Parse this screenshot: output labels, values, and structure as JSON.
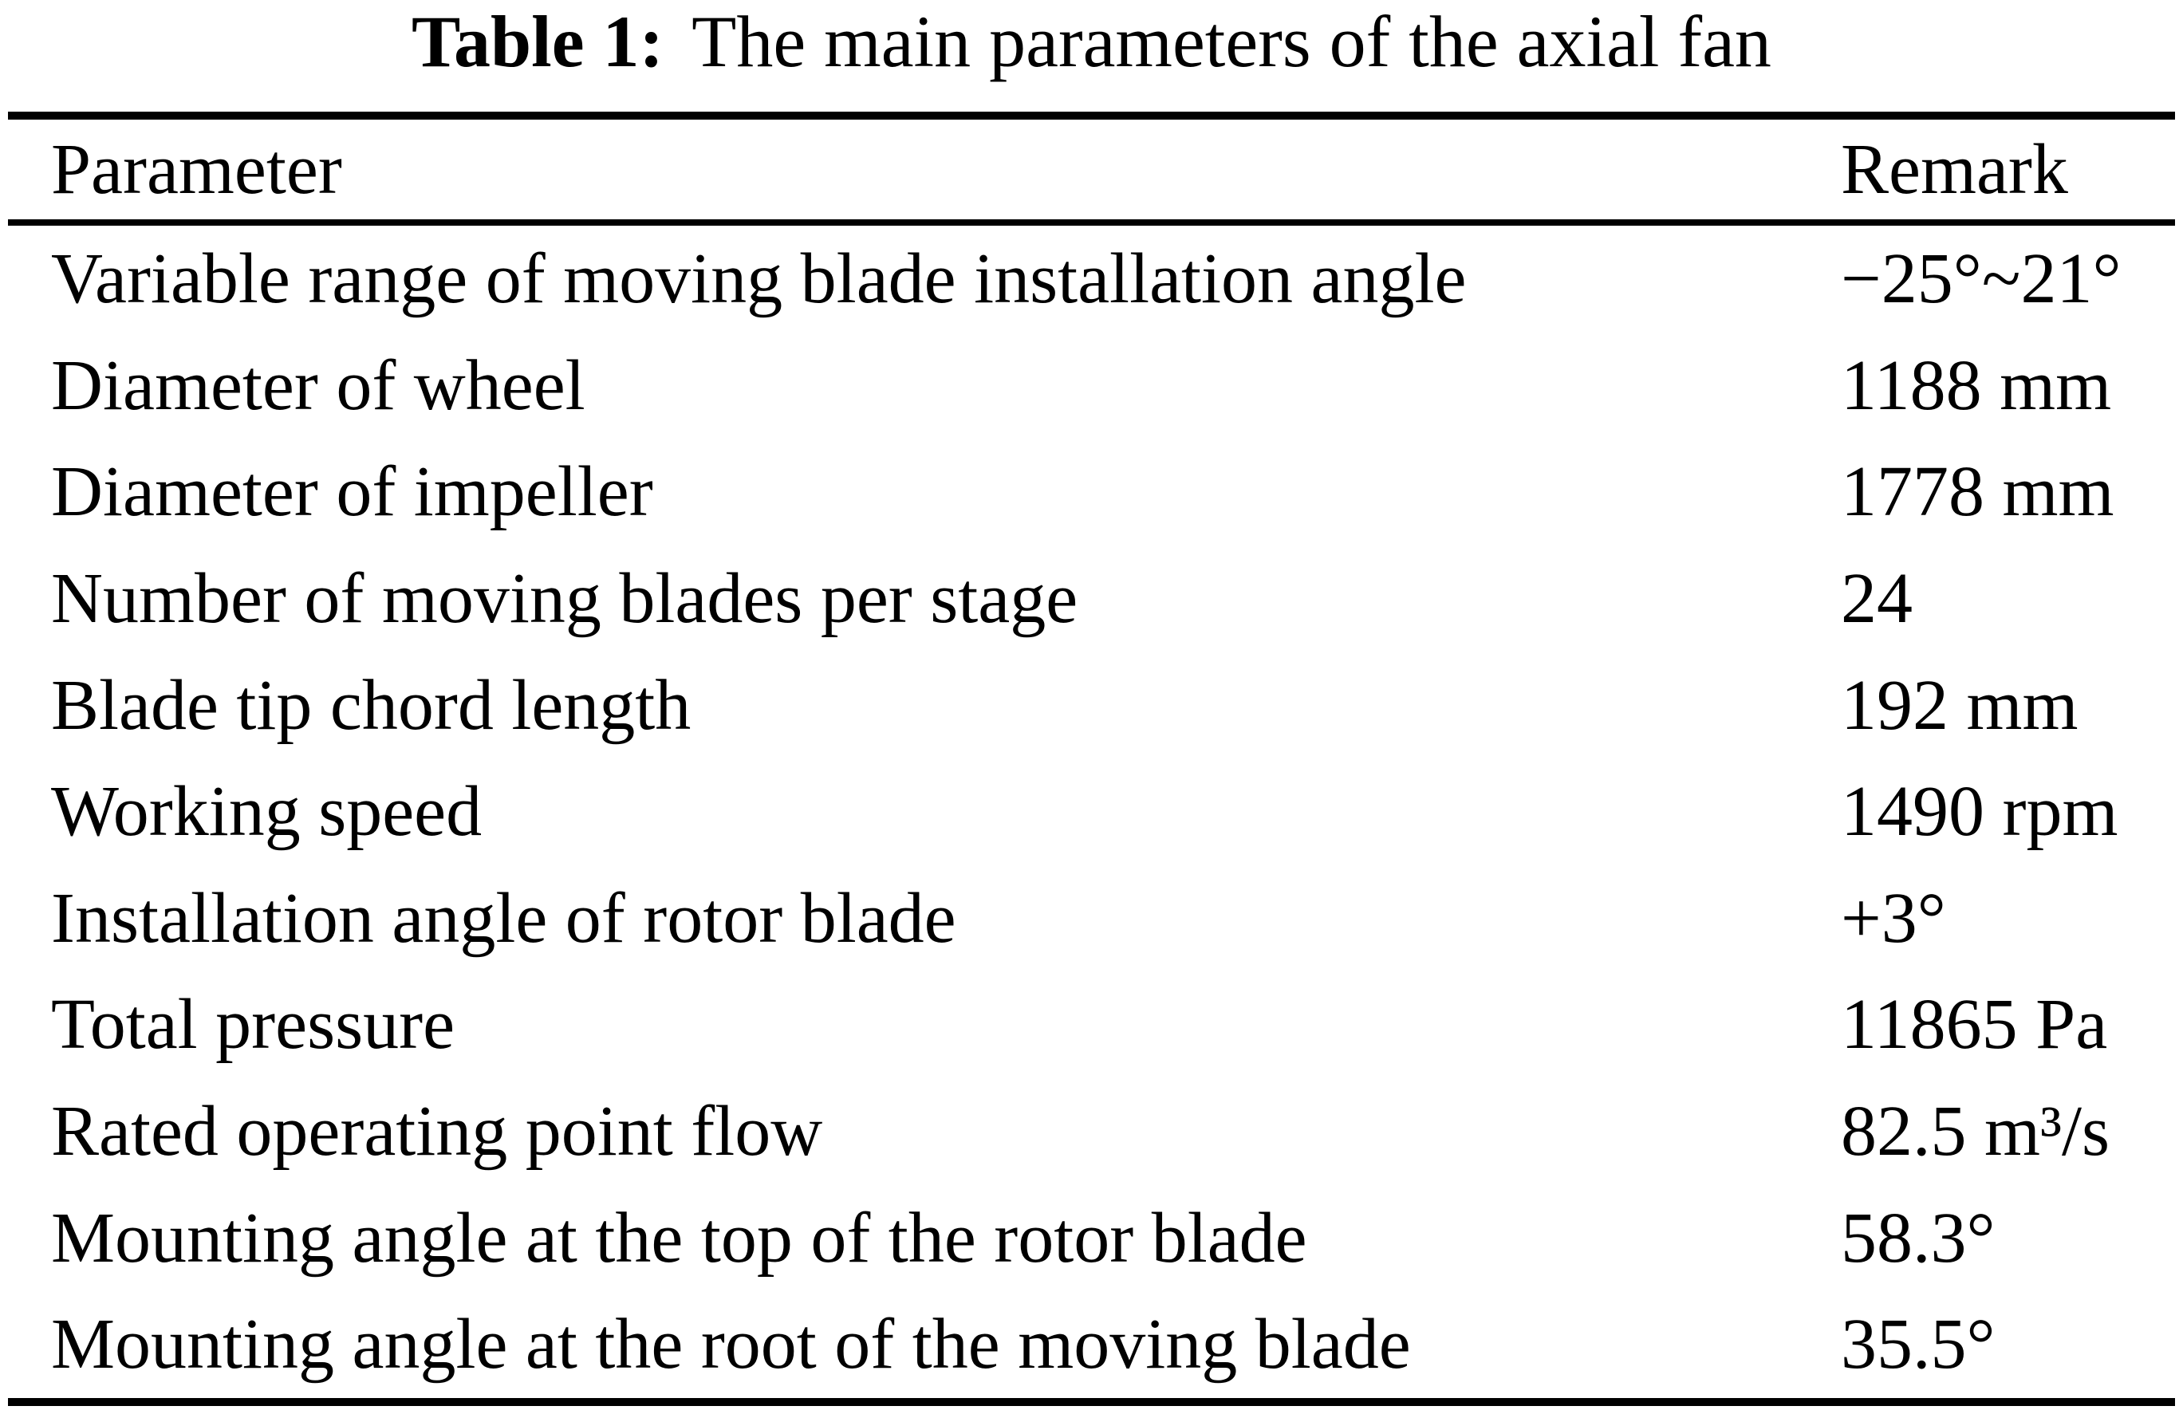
{
  "page": {
    "background_color": "#ffffff",
    "text_color": "#000000",
    "rule_color": "#000000"
  },
  "title": {
    "label": "Table 1:",
    "text": "The main parameters of the axial fan"
  },
  "table": {
    "columns": {
      "parameter": "Parameter",
      "remark": "Remark"
    },
    "rows": [
      {
        "parameter": "Variable range of moving blade installation angle",
        "remark": "−25°~21°"
      },
      {
        "parameter": "Diameter of wheel",
        "remark": "1188 mm"
      },
      {
        "parameter": "Diameter of impeller",
        "remark": "1778 mm"
      },
      {
        "parameter": "Number of moving blades per stage",
        "remark": "24"
      },
      {
        "parameter": "Blade tip chord length",
        "remark": "192 mm"
      },
      {
        "parameter": "Working speed",
        "remark": "1490 rpm"
      },
      {
        "parameter": "Installation angle of rotor blade",
        "remark": "+3°"
      },
      {
        "parameter": "Total pressure",
        "remark": "11865 Pa"
      },
      {
        "parameter": "Rated operating point flow",
        "remark": "82.5 m³/s"
      },
      {
        "parameter": "Mounting angle at the top of the rotor blade",
        "remark": "58.3°"
      },
      {
        "parameter": "Mounting angle at the root of the moving blade",
        "remark": "35.5°"
      }
    ]
  }
}
